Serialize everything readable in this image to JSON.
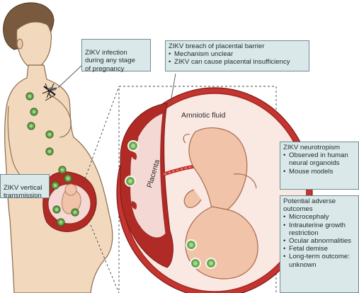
{
  "callouts": {
    "infection": {
      "text": "ZIKV infection\nduring any stage\nof pregnancy"
    },
    "breach": {
      "title": "ZIKV breach of placental barrier",
      "items": [
        "Mechanism unclear",
        "ZIKV can cause placental insufficiency"
      ]
    },
    "vertical": {
      "text": "ZIKV vertical\ntransmission"
    },
    "neurotropism": {
      "title": "ZIKV neurotropism",
      "items": [
        "Observed in human neural organoids",
        "Mouse models"
      ]
    },
    "outcomes": {
      "title": "Potential adverse outcomes",
      "items": [
        "Microcephaly",
        "Intrauterine growth restriction",
        "Ocular abnormalities",
        "Fetal demise",
        "Long-term outcome: unknown"
      ]
    }
  },
  "labels": {
    "amniotic_fluid": "Amniotic fluid",
    "placenta": "Placenta"
  },
  "colors": {
    "skin": "#f2d9bd",
    "skin_outline": "#8a6a4c",
    "hair": "#7a5a3e",
    "uterus": "#b02a26",
    "uterus_inner": "#f3d8d3",
    "amniotic": "#fae8e2",
    "fetus": "#f1c3a8",
    "virus": "#6aa84f",
    "callout_bg": "#dbe8ea",
    "callout_border": "#6f8d93"
  },
  "icons": {
    "virus": "virus-icon",
    "mosquito": "mosquito-icon"
  }
}
